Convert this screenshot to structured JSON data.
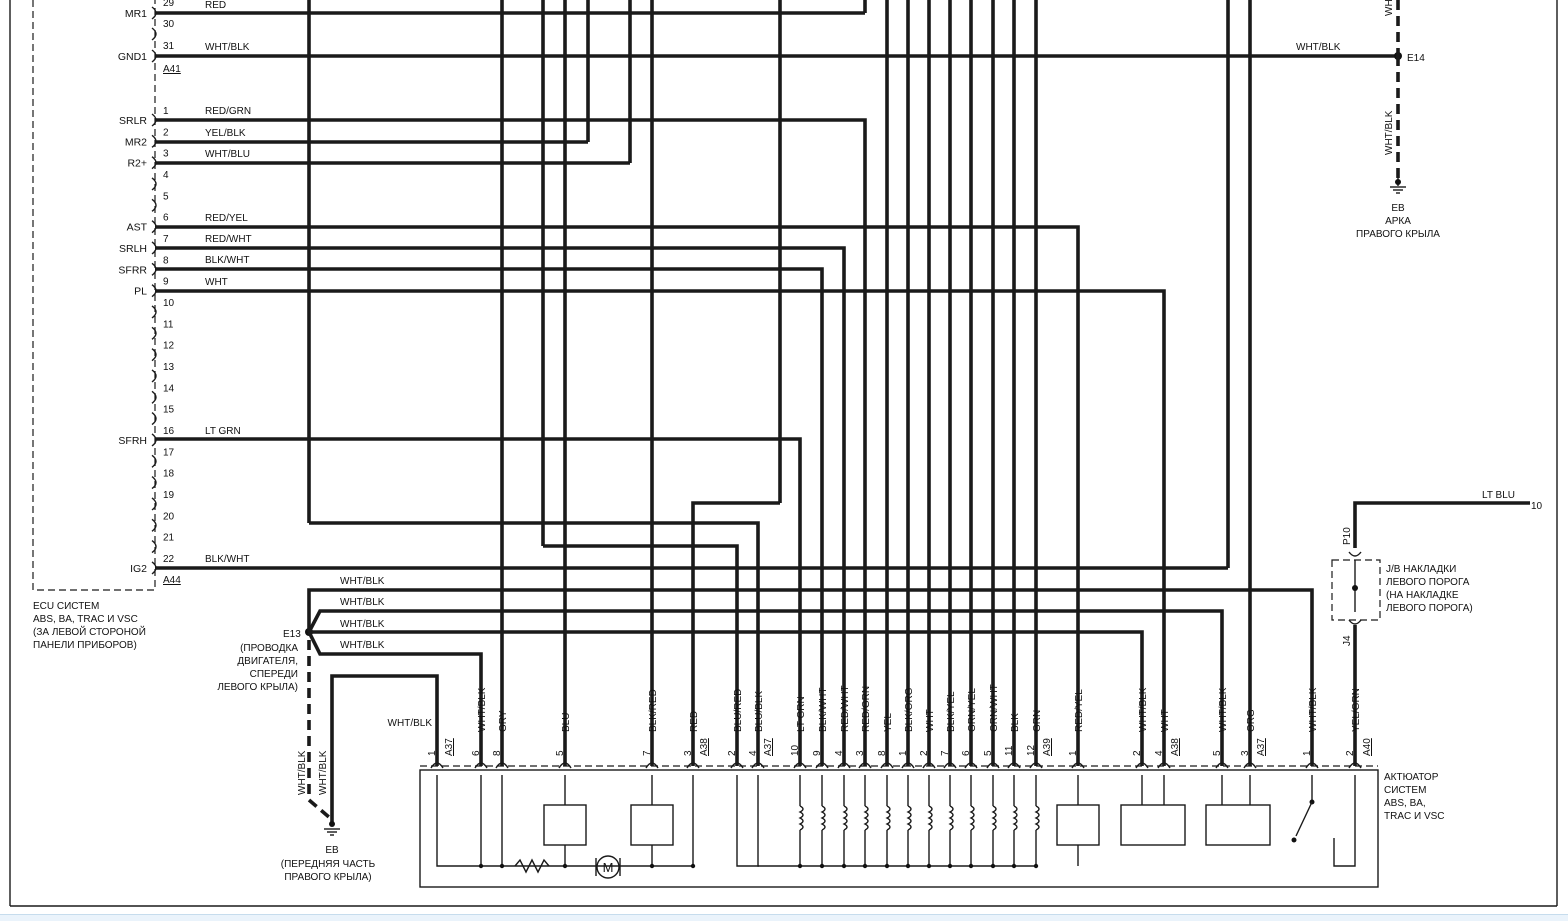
{
  "ecu": {
    "caption": [
      "ECU СИСТЕМ",
      "ABS, BA, TRAC И VSC",
      "(ЗА ЛЕВОЙ СТОРОНОЙ",
      "ПАНЕЛИ ПРИБОРОВ)"
    ],
    "connectors": [
      "A41",
      "A44"
    ],
    "upper_pins": [
      {
        "num": "29",
        "signal": "MR1",
        "color": "RED"
      },
      {
        "num": "30",
        "signal": "",
        "color": ""
      },
      {
        "num": "31",
        "signal": "GND1",
        "color": "WHT/BLK"
      }
    ],
    "lower_pins": [
      {
        "num": "1",
        "signal": "SRLR",
        "color": "RED/GRN"
      },
      {
        "num": "2",
        "signal": "MR2",
        "color": "YEL/BLK"
      },
      {
        "num": "3",
        "signal": "R2+",
        "color": "WHT/BLU"
      },
      {
        "num": "4",
        "signal": "",
        "color": ""
      },
      {
        "num": "5",
        "signal": "",
        "color": ""
      },
      {
        "num": "6",
        "signal": "AST",
        "color": "RED/YEL"
      },
      {
        "num": "7",
        "signal": "SRLH",
        "color": "RED/WHT"
      },
      {
        "num": "8",
        "signal": "SFRR",
        "color": "BLK/WHT"
      },
      {
        "num": "9",
        "signal": "PL",
        "color": "WHT"
      },
      {
        "num": "10",
        "signal": "",
        "color": ""
      },
      {
        "num": "11",
        "signal": "",
        "color": ""
      },
      {
        "num": "12",
        "signal": "",
        "color": ""
      },
      {
        "num": "13",
        "signal": "",
        "color": ""
      },
      {
        "num": "14",
        "signal": "",
        "color": ""
      },
      {
        "num": "15",
        "signal": "",
        "color": ""
      },
      {
        "num": "16",
        "signal": "SFRH",
        "color": "LT GRN"
      },
      {
        "num": "17",
        "signal": "",
        "color": ""
      },
      {
        "num": "18",
        "signal": "",
        "color": ""
      },
      {
        "num": "19",
        "signal": "",
        "color": ""
      },
      {
        "num": "20",
        "signal": "",
        "color": ""
      },
      {
        "num": "21",
        "signal": "",
        "color": ""
      },
      {
        "num": "22",
        "signal": "IG2",
        "color": "BLK/WHT"
      }
    ]
  },
  "splice_e13": {
    "id": "E13",
    "caption": [
      "(ПРОВОДКА",
      "ДВИГАТЕЛЯ,",
      "СПЕРЕДИ",
      "ЛЕВОГО КРЫЛА)"
    ],
    "branches": [
      "WHT/BLK",
      "WHT/BLK",
      "WHT/BLK",
      "WHT/BLK"
    ],
    "down_wires": [
      "WHT/BLK",
      "WHT/BLK"
    ]
  },
  "ground_front": {
    "id": "EB",
    "caption": [
      "(ПЕРЕДНЯЯ ЧАСТЬ",
      "ПРАВОГО КРЫЛА)"
    ]
  },
  "ground_arch": {
    "id": "EB",
    "caption": [
      "АРКА",
      "ПРАВОГО КРЫЛА"
    ]
  },
  "splice_e14": {
    "id": "E14",
    "wire_in": "WHT/BLK",
    "wire_down": "WHT/BLK",
    "wire_up": "WHT"
  },
  "jb": {
    "caption": [
      "J/B НАКЛАДКИ",
      "ЛЕВОГО ПОРОГА",
      "(НА НАКЛАДКЕ",
      "ЛЕВОГО ПОРОГА)"
    ],
    "top_connector": "P10",
    "bottom_connector": "J4",
    "feed_wire": "LT BLU",
    "feed_pin": "10"
  },
  "actuator": {
    "caption": [
      "АКТЮАТОР",
      "СИСТЕМ",
      "ABS, BA,",
      "TRAC И VSC"
    ],
    "left_wire_label": "WHT/BLK",
    "pins": [
      {
        "num": "1",
        "color": ""
      },
      {
        "num": "6",
        "color": "WHT/BLK"
      },
      {
        "num": "8",
        "color": "GRY"
      },
      {
        "num": "5",
        "color": "BLU"
      },
      {
        "num": "7",
        "color": "BLK/RED"
      },
      {
        "num": "3",
        "color": "RED"
      },
      {
        "num": "2",
        "color": "BLU/RED"
      },
      {
        "num": "4",
        "color": "BLU/BLK"
      },
      {
        "num": "10",
        "color": "LT GRN"
      },
      {
        "num": "9",
        "color": "BLK/WHT"
      },
      {
        "num": "4",
        "color": "RED/WHT"
      },
      {
        "num": "3",
        "color": "RED/GRN"
      },
      {
        "num": "8",
        "color": "YEL"
      },
      {
        "num": "1",
        "color": "BLK/ORG"
      },
      {
        "num": "2",
        "color": "WHT"
      },
      {
        "num": "7",
        "color": "BLK/YEL"
      },
      {
        "num": "6",
        "color": "GRN/YEL"
      },
      {
        "num": "5",
        "color": "GRN/WHT"
      },
      {
        "num": "11",
        "color": "BLK"
      },
      {
        "num": "12",
        "color": "GRN"
      },
      {
        "num": "1",
        "color": "RED/YEL"
      },
      {
        "num": "2",
        "color": "WHT/BLK"
      },
      {
        "num": "4",
        "color": "WHT"
      },
      {
        "num": "5",
        "color": "WHT/BLK"
      },
      {
        "num": "3",
        "color": "ORG"
      },
      {
        "num": "1",
        "color": "WHT/BLK"
      },
      {
        "num": "2",
        "color": "YEL/GRN"
      }
    ],
    "connectors": [
      "A37",
      "A38",
      "A37",
      "A39",
      "A38",
      "A37",
      "A40"
    ],
    "motor_label": "M"
  }
}
